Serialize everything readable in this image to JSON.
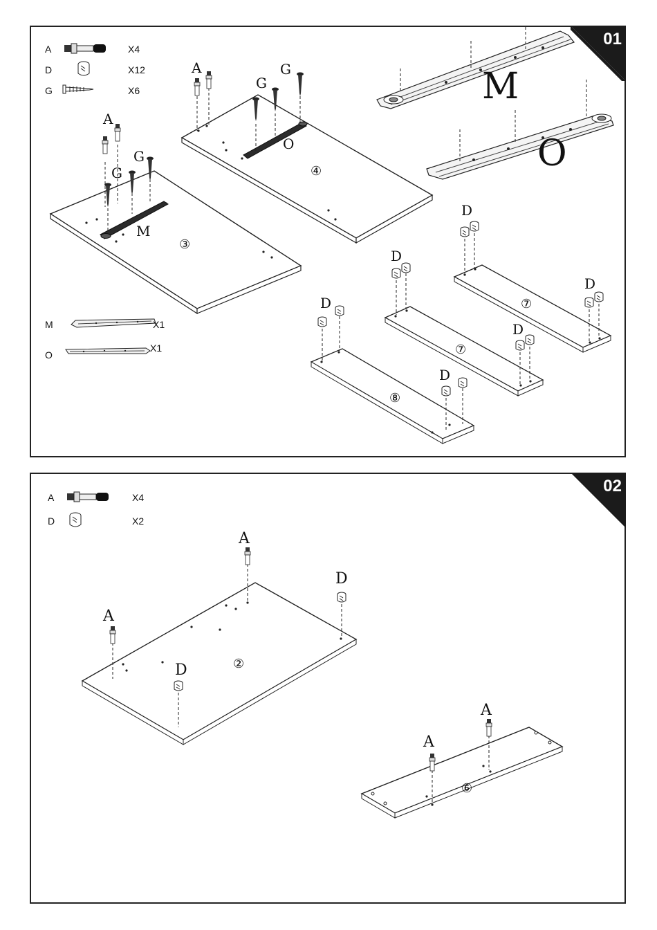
{
  "steps": [
    {
      "number": "01",
      "legend": [
        {
          "letter": "A",
          "icon": "cam-bolt-icon",
          "qty": "X4"
        },
        {
          "letter": "D",
          "icon": "cam-lock-icon",
          "qty": "X12"
        },
        {
          "letter": "G",
          "icon": "screw-icon",
          "qty": "X6"
        }
      ],
      "rail_legend": [
        {
          "letter": "M",
          "icon": "drawer-rail-icon",
          "qty": "X1"
        },
        {
          "letter": "O",
          "icon": "drawer-rail-icon",
          "qty": "X1"
        }
      ],
      "rail_callouts": {
        "m": "M",
        "o": "O"
      },
      "panels": {
        "p3": "③",
        "p4": "④",
        "p7a": "⑦",
        "p7b": "⑦",
        "p8": "⑧"
      },
      "callouts": {
        "a": "A",
        "g": "G",
        "m": "M",
        "o": "O",
        "d": "D"
      }
    },
    {
      "number": "02",
      "legend": [
        {
          "letter": "A",
          "icon": "cam-bolt-icon",
          "qty": "X4"
        },
        {
          "letter": "D",
          "icon": "cam-lock-icon",
          "qty": "X2"
        }
      ],
      "panels": {
        "p2": "②",
        "p6": "⑥"
      },
      "callouts": {
        "a": "A",
        "d": "D"
      }
    }
  ]
}
